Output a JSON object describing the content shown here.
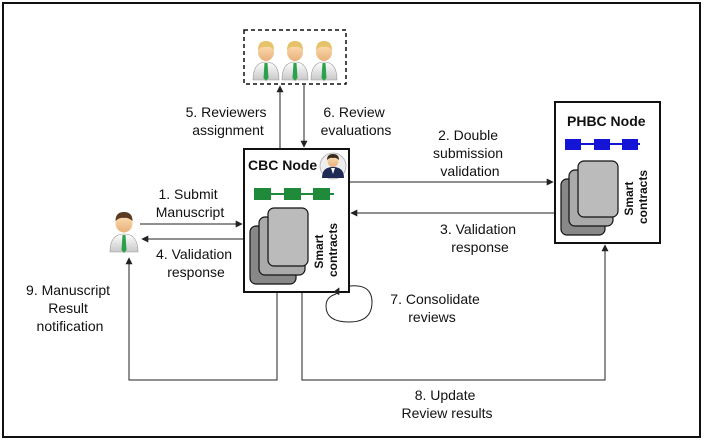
{
  "cbc_node": {
    "title": "CBC Node",
    "contracts_label": [
      "Smart",
      "contracts"
    ]
  },
  "phbc_node": {
    "title": "PHBC Node",
    "contracts_label": [
      "Smart",
      "contracts"
    ]
  },
  "steps": {
    "s1": [
      "1. Submit",
      "Manuscript"
    ],
    "s2": [
      "2. Double",
      "submission",
      "validation"
    ],
    "s3": [
      "3. Validation",
      "response"
    ],
    "s4": [
      "4. Validation",
      "response"
    ],
    "s5": [
      "5. Reviewers",
      "assignment"
    ],
    "s6": [
      "6. Review",
      "evaluations"
    ],
    "s7": [
      "7.  Consolidate",
      "reviews"
    ],
    "s8": [
      "8. Update",
      "Review results"
    ],
    "s9": [
      "9. Manuscript",
      "Result",
      "notification"
    ]
  },
  "colors": {
    "cbc_chain": "#1e8a3a",
    "phbc_chain": "#1414d6",
    "tie": "#2aa24a",
    "person_shirt": "#f2f2f2"
  },
  "icons": {
    "author": "person-icon",
    "reviewers": "reviewer-icon",
    "node_avatar": "avatar-icon"
  }
}
